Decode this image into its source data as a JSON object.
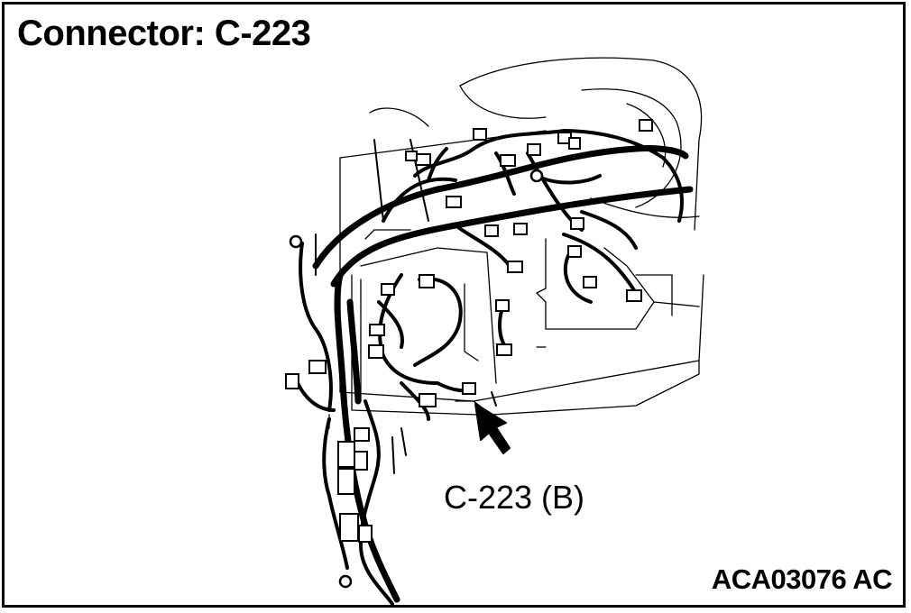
{
  "figure": {
    "title": "Connector: C-223",
    "callout_label": "C-223 (B)",
    "figure_code": "ACA03076 AC"
  },
  "colors": {
    "line": "#000000",
    "background": "#ffffff"
  }
}
